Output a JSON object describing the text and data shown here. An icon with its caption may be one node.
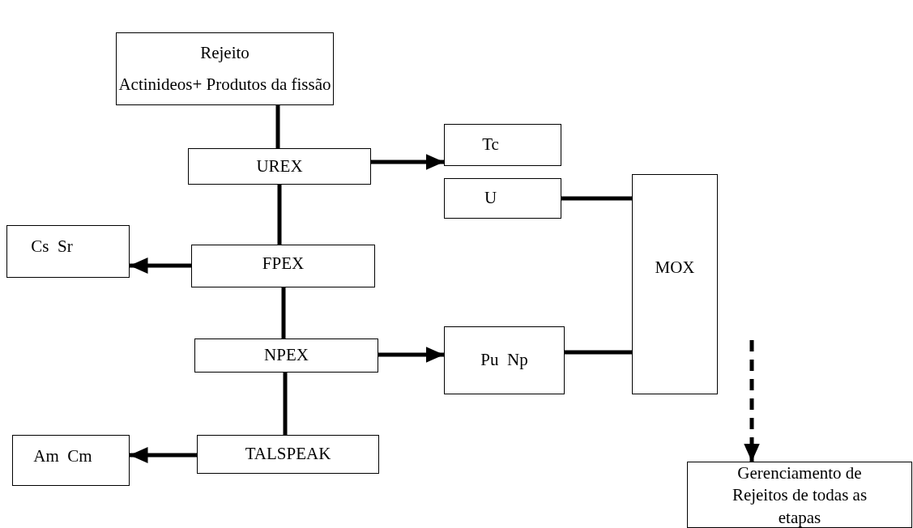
{
  "diagram": {
    "nodes": [
      {
        "text": [
          "Rejeito",
          "Actinideos+ Produtos da fissão"
        ]
      },
      {
        "text": [
          "UREX"
        ]
      },
      {
        "text": [
          "Tc"
        ]
      },
      {
        "text": [
          "U"
        ]
      },
      {
        "text": [
          "Cs  Sr"
        ]
      },
      {
        "text": [
          "FPEX"
        ]
      },
      {
        "text": [
          "MOX"
        ]
      },
      {
        "text": [
          "NPEX"
        ]
      },
      {
        "text": [
          "Pu  Np"
        ]
      },
      {
        "text": [
          "TALSPEAK"
        ]
      },
      {
        "text": [
          "Am  Cm"
        ]
      },
      {
        "text": [
          "Gerenciamento de Rejeitos de todas as etapas"
        ]
      }
    ],
    "edges": [
      {
        "from": 0,
        "to": 1,
        "arrow": "none"
      },
      {
        "from": 1,
        "to": 5,
        "arrow": "none"
      },
      {
        "from": 5,
        "to": 7,
        "arrow": "none"
      },
      {
        "from": 7,
        "to": 9,
        "arrow": "none"
      },
      {
        "from": 1,
        "to": 2,
        "arrow": "to"
      },
      {
        "from": 5,
        "to": 4,
        "arrow": "to"
      },
      {
        "from": 7,
        "to": 8,
        "arrow": "to"
      },
      {
        "from": 9,
        "to": 10,
        "arrow": "to"
      },
      {
        "from": 3,
        "to": 6,
        "arrow": "none"
      },
      {
        "from": 8,
        "to": 6,
        "arrow": "none"
      },
      {
        "from": null,
        "to": 11,
        "arrow": "to",
        "style": "dashed"
      }
    ]
  }
}
